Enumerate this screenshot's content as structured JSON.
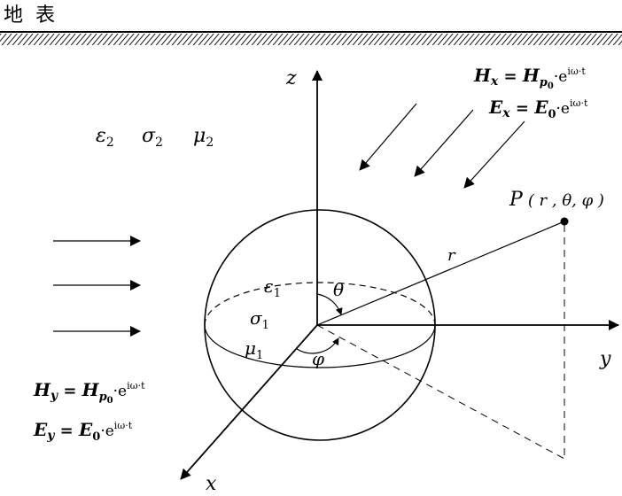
{
  "surface_label": "地  表",
  "axes": {
    "z": "z",
    "y": "y",
    "x": "x"
  },
  "outer_medium": {
    "eps": "ε",
    "eps_sub": "2",
    "sigma": "σ",
    "sigma_sub": "2",
    "mu": "μ",
    "mu_sub": "2"
  },
  "inner_medium": {
    "eps": "ε",
    "eps_sub": "1",
    "sigma": "σ",
    "sigma_sub": "1",
    "mu": "μ",
    "mu_sub": "1"
  },
  "point": {
    "name": "P",
    "coords": "( r , θ, φ )"
  },
  "radius_label": "r",
  "theta_label": "θ",
  "phi_label": "φ",
  "eq_top": {
    "h_lhs": "H",
    "h_lhs_sub": "x",
    "h_eq": " = ",
    "h_amp": "H",
    "h_amp_sub": "p",
    "h_amp_subsub": "0",
    "h_exp_base": "·e",
    "h_exp": "iω·t",
    "e_lhs": "E",
    "e_lhs_sub": "x",
    "e_eq": " = ",
    "e_amp": "E",
    "e_amp_sub": "0",
    "e_exp_base": "·e",
    "e_exp": "iω·t"
  },
  "eq_left": {
    "h_lhs": "H",
    "h_lhs_sub": "y",
    "h_eq": " = ",
    "h_amp": "H",
    "h_amp_sub": "p",
    "h_amp_subsub": "0",
    "h_exp_base": "·e",
    "h_exp": "iω·t",
    "e_lhs": "E",
    "e_lhs_sub": "y",
    "e_eq": " = ",
    "e_amp": "E",
    "e_amp_sub": "0",
    "e_exp_base": "·e",
    "e_exp": "iω·t"
  }
}
